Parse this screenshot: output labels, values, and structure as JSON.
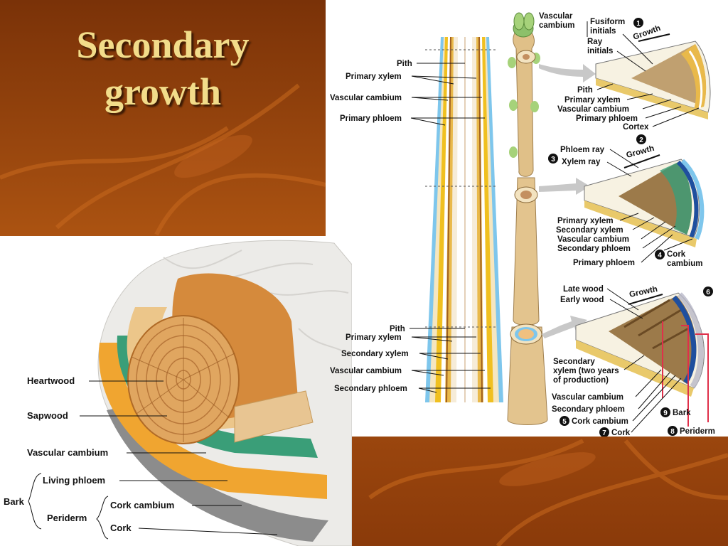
{
  "slide": {
    "title_line1": "Secondary",
    "title_line2": "growth"
  },
  "trunk_figure": {
    "heartwood": "Heartwood",
    "sapwood": "Sapwood",
    "vascular_cambium": "Vascular cambium",
    "bark": "Bark",
    "living_phloem": "Living phloem",
    "periderm": "Periderm",
    "cork_cambium": "Cork cambium",
    "cork": "Cork"
  },
  "stem_figure": {
    "top_labels": {
      "pith": "Pith",
      "primary_xylem": "Primary xylem",
      "vascular_cambium": "Vascular cambium",
      "primary_phloem": "Primary phloem"
    },
    "bottom_labels": {
      "pith": "Pith",
      "primary_xylem": "Primary xylem",
      "secondary_xylem": "Secondary xylem",
      "vascular_cambium": "Vascular cambium",
      "secondary_phloem": "Secondary phloem"
    },
    "bud_label": "Vascular\ncambium",
    "stage1": {
      "number": "1",
      "fusiform": "Fusiform\ninitials",
      "ray": "Ray\ninitials",
      "growth": "Growth",
      "pith": "Pith",
      "primary_xylem": "Primary xylem",
      "vascular_cambium": "Vascular cambium",
      "primary_phloem": "Primary phloem",
      "cortex": "Cortex"
    },
    "stage2": {
      "number2": "2",
      "number3": "3",
      "number4": "4",
      "phloem_ray": "Phloem ray",
      "xylem_ray": "Xylem ray",
      "growth": "Growth",
      "primary_xylem": "Primary xylem",
      "secondary_xylem": "Secondary xylem",
      "vascular_cambium": "Vascular cambium",
      "secondary_phloem": "Secondary phloem",
      "primary_phloem": "Primary phloem",
      "cork_cambium": "Cork\ncambium"
    },
    "stage3": {
      "number6": "6",
      "number5": "5",
      "number7": "7",
      "number8": "8",
      "number9": "9",
      "late_wood": "Late wood",
      "early_wood": "Early wood",
      "growth": "Growth",
      "secondary_xylem": "Secondary\nxylem (two years\nof production)",
      "vascular_cambium": "Vascular cambium",
      "secondary_phloem": "Secondary phloem",
      "cork_cambium": "Cork cambium",
      "cork": "Cork",
      "bark": "Bark",
      "periderm": "Periderm"
    }
  },
  "colors": {
    "background": "#a24a12",
    "title": "#f2dc8a",
    "xylem": "#e9b94a",
    "phloem": "#f0c020",
    "cambium": "#ffffff",
    "cortex_blue": "#7ec6ec",
    "heartwood": "#d88a3a",
    "sapwood": "#e8c07a",
    "green_cambium": "#3a9e78"
  }
}
